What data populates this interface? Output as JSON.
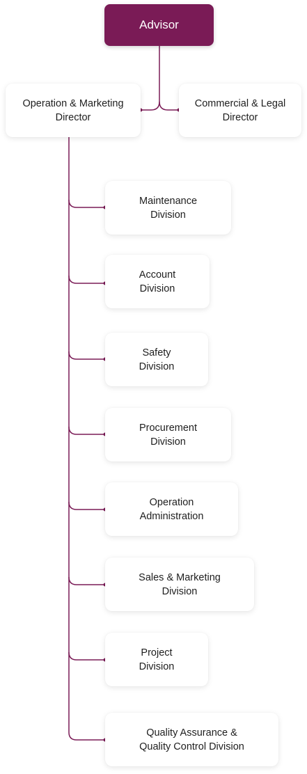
{
  "advisor": {
    "label": "Advisor"
  },
  "directors": [
    {
      "label": "Operation & Marketing\nDirector"
    },
    {
      "label": "Commercial & Legal\nDirector"
    }
  ],
  "divisions": [
    {
      "label": "Maintenance\nDivision"
    },
    {
      "label": "Account\nDivision"
    },
    {
      "label": "Safety\nDivision"
    },
    {
      "label": "Procurement\nDivision"
    },
    {
      "label": "Operation\nAdministration"
    },
    {
      "label": "Sales & Marketing\nDivision"
    },
    {
      "label": "Project\nDivision"
    },
    {
      "label": "Quality Assurance &\nQuality Control Division"
    }
  ],
  "colors": {
    "accent": "#7a1b56",
    "line": "#7a1b56",
    "box_bg": "#ffffff",
    "text": "#1e1e1e"
  }
}
